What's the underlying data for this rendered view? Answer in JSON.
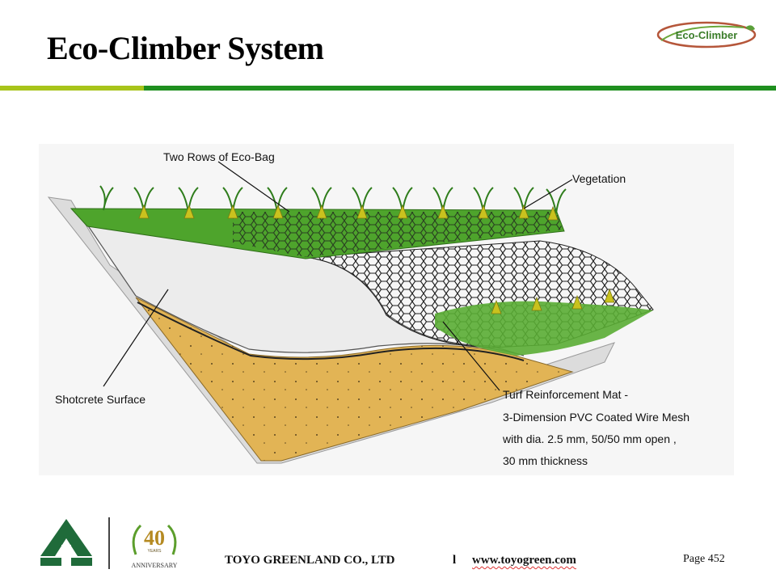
{
  "slide": {
    "title": "Eco-Climber System",
    "logo_text": "Eco-Climber"
  },
  "diagram": {
    "labels": {
      "eco_bag": "Two Rows of Eco-Bag",
      "vegetation": "Vegetation",
      "shotcrete": "Shotcrete Surface",
      "mat_line1": "Turf Reinforcement Mat -",
      "mat_line2": "3-Dimension PVC Coated Wire Mesh",
      "mat_line3": "with dia. 2.5 mm, 50/50 mm open ,",
      "mat_line4": "30 mm thickness"
    }
  },
  "footer": {
    "anniversary_number": "40",
    "anniversary_years": "YEARS",
    "anniversary_label": "ANNIVERSARY",
    "company": "TOYO GREENLAND CO., LTD",
    "separator": "l",
    "url": "www.toyogreen.com",
    "page": "Page 452"
  },
  "colors": {
    "green_rule": "#1f8f1f",
    "lime_rule": "#a8c41a",
    "soil": "#e2b455",
    "shotcrete": "#ececec",
    "grass": "#4ea42c"
  }
}
